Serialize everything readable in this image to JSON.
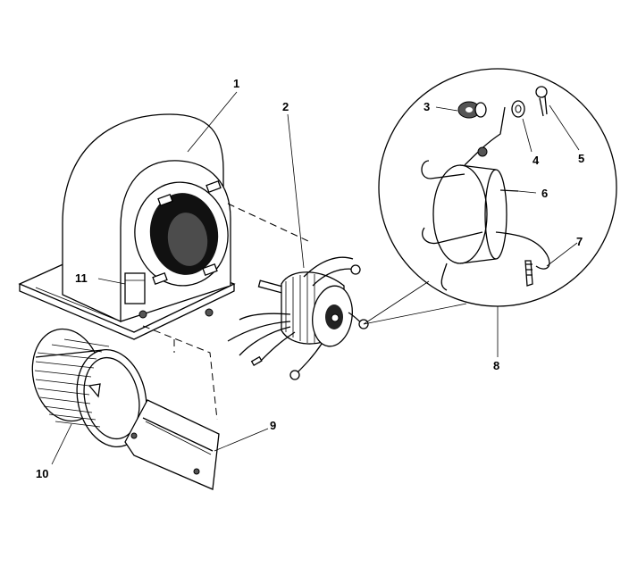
{
  "header": {
    "right_code": ""
  },
  "callouts": [
    {
      "id": "1",
      "text": "1"
    },
    {
      "id": "2",
      "text": "2"
    },
    {
      "id": "3",
      "text": "3"
    },
    {
      "id": "4",
      "text": "4"
    },
    {
      "id": "5",
      "text": "5"
    },
    {
      "id": "6",
      "text": "6"
    },
    {
      "id": "7",
      "text": "7"
    },
    {
      "id": "8",
      "text": "8"
    },
    {
      "id": "9",
      "text": "9"
    },
    {
      "id": "10",
      "text": "10"
    },
    {
      "id": "11",
      "text": "11"
    }
  ]
}
